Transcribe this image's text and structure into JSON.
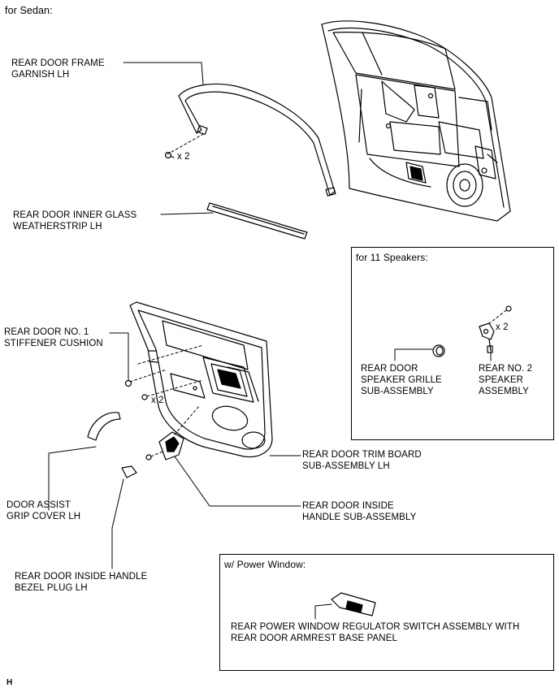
{
  "header": {
    "variant": "for Sedan:"
  },
  "labels": {
    "frame_garnish": [
      "REAR DOOR FRAME",
      "GARNISH LH"
    ],
    "inner_glass_weatherstrip": [
      "REAR DOOR INNER GLASS",
      "WEATHERSTRIP LH"
    ],
    "stiffener_cushion": [
      "REAR DOOR NO. 1",
      "STIFFENER CUSHION"
    ],
    "assist_grip_cover": [
      "DOOR ASSIST",
      "GRIP COVER LH"
    ],
    "bezel_plug": [
      "REAR DOOR INSIDE HANDLE",
      "BEZEL PLUG LH"
    ],
    "trim_board": [
      "REAR DOOR TRIM BOARD",
      "SUB-ASSEMBLY LH"
    ],
    "inside_handle": [
      "REAR DOOR INSIDE",
      "HANDLE SUB-ASSEMBLY"
    ],
    "speaker_grille": [
      "REAR DOOR",
      "SPEAKER GRILLE",
      "SUB-ASSEMBLY"
    ],
    "no2_speaker": [
      "REAR NO. 2",
      "SPEAKER",
      "ASSEMBLY"
    ]
  },
  "quantities": {
    "garnish_clip": "x 2",
    "trim_screw": "x 2",
    "speaker_screw": "x 2"
  },
  "speaker_box": {
    "title": "for 11 Speakers:"
  },
  "power_window_box": {
    "title": "w/ Power Window:",
    "label": [
      "REAR POWER WINDOW REGULATOR SWITCH ASSEMBLY WITH",
      "REAR DOOR ARMREST BASE PANEL"
    ]
  },
  "footer": {
    "code": "H"
  }
}
